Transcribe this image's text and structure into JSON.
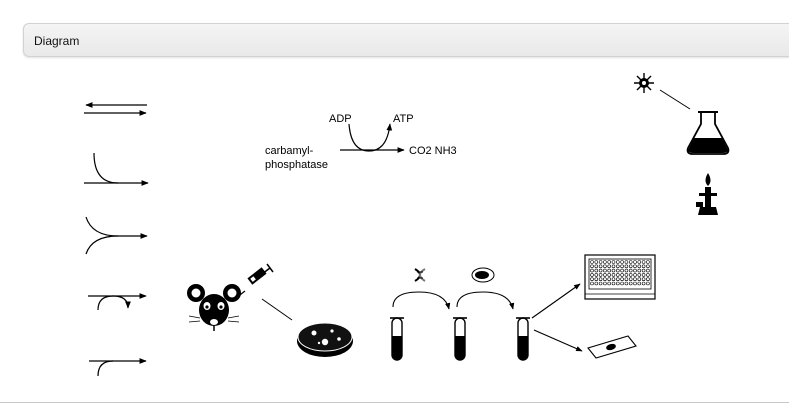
{
  "panel": {
    "title": "Diagram"
  },
  "reaction": {
    "substrate_line1": "carbamyl-",
    "substrate_line2": "phosphatase",
    "cofactor_in": "ADP",
    "cofactor_out": "ATP",
    "products": "CO2 NH3"
  },
  "icons": [
    "double-arrow-icon",
    "curved-arrow-icon",
    "converging-arrow-icon",
    "looping-arrow-icon",
    "branch-arrow-icon",
    "mouse-icon",
    "syringe-icon",
    "petri-dish-icon",
    "test-tube-icon",
    "dna-icon",
    "cell-icon",
    "virus-icon",
    "flask-icon",
    "bunsen-burner-icon",
    "well-plate-icon",
    "microscope-slide-icon"
  ],
  "colors": {
    "line": "#000000",
    "header_bg": "#eeeeee",
    "header_border": "#d2d2d2"
  }
}
